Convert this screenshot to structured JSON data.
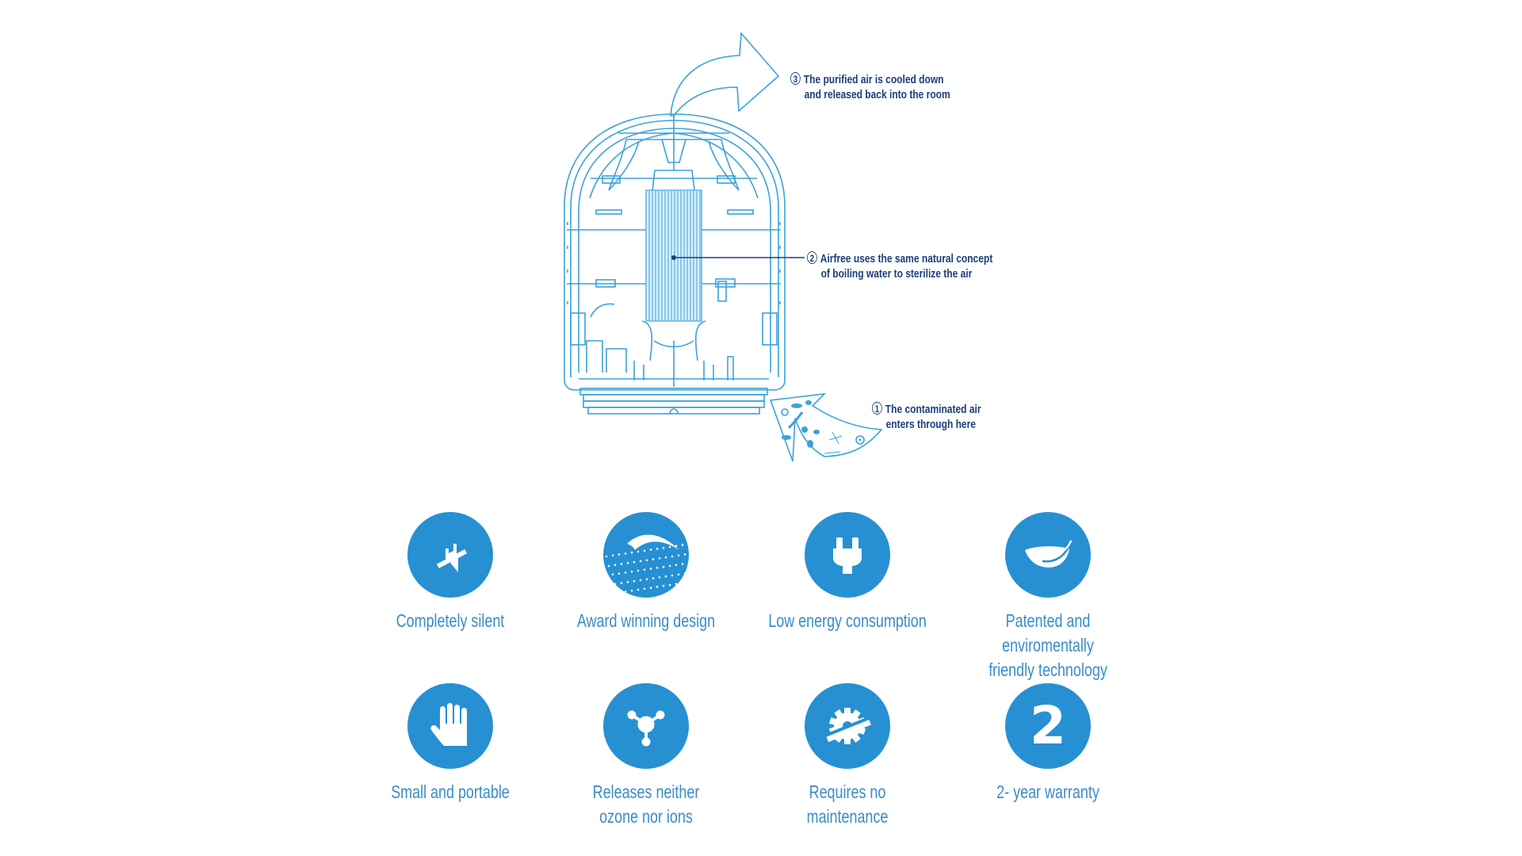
{
  "diagram": {
    "subject": "Airfree air purifier cross-section",
    "callouts": [
      {
        "number": "1",
        "line1": "The contaminated air",
        "line2": "enters through here"
      },
      {
        "number": "2",
        "line1": "Airfree uses the same natural concept",
        "line2": "of boiling water to sterilize the air"
      },
      {
        "number": "3",
        "line1": "The purified air is cooled down",
        "line2": "and released back into the room"
      }
    ]
  },
  "features": [
    {
      "icon": "mute-speaker-icon",
      "label": "Completely silent"
    },
    {
      "icon": "award-design-swoosh-icon",
      "label": "Award winning design"
    },
    {
      "icon": "power-plug-icon",
      "label": "Low energy consumption"
    },
    {
      "icon": "leaf-icon",
      "label": "Patented and enviromentally\nfriendly technology"
    },
    {
      "icon": "hand-icon",
      "label": "Small and portable"
    },
    {
      "icon": "molecule-icon",
      "label": "Releases neither\nozone nor ions"
    },
    {
      "icon": "crossed-gear-icon",
      "label": "Requires no maintenance"
    },
    {
      "icon": "number-two-icon",
      "label": "2- year warranty",
      "glyph": "2"
    }
  ],
  "colors": {
    "accent": "#2690d2",
    "line_art": "#3aa2dc",
    "callout_text": "#1b3e78",
    "label_text": "#3a8cc8"
  }
}
